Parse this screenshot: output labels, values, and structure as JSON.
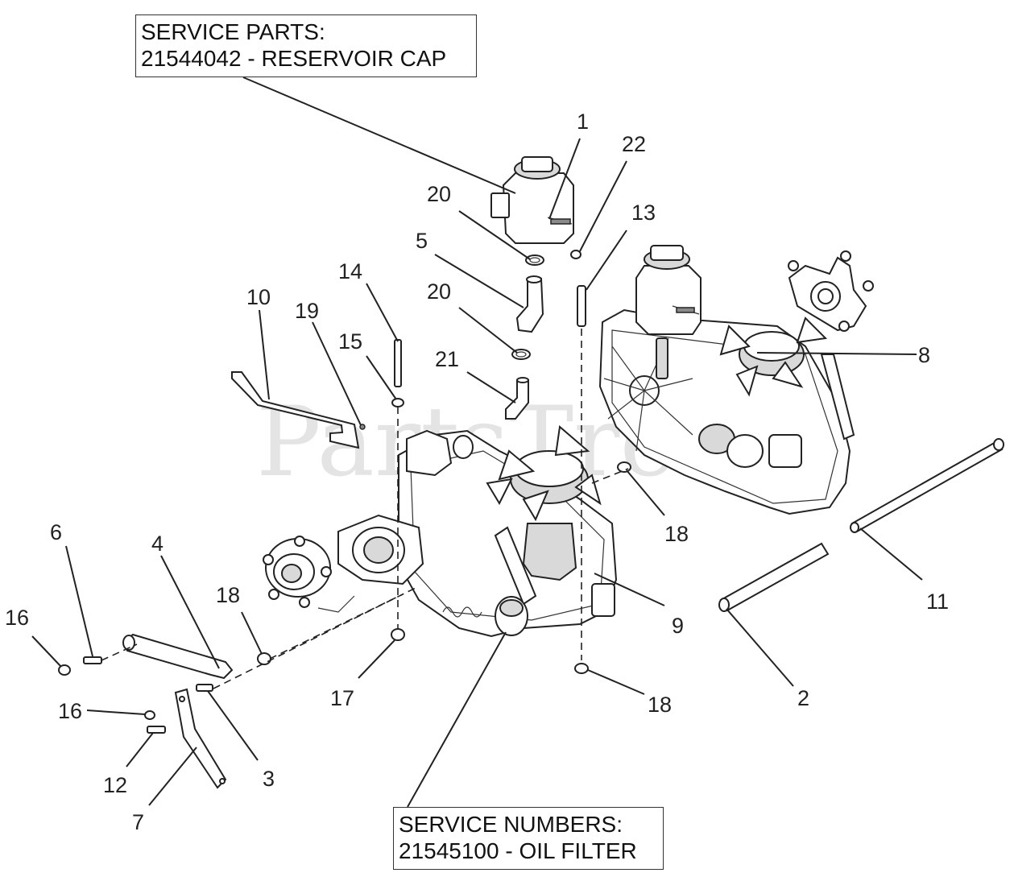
{
  "watermark": "PartsTree",
  "service_parts": {
    "line1": "SERVICE PARTS:",
    "line2": "21544042 - RESERVOIR CAP"
  },
  "service_numbers": {
    "line1": "SERVICE NUMBERS:",
    "line2": "21545100 - OIL FILTER"
  },
  "labels": {
    "n1": "1",
    "n22": "22",
    "n20a": "20",
    "n13": "13",
    "n5": "5",
    "n14": "14",
    "n20b": "20",
    "n10": "10",
    "n19": "19",
    "n15": "15",
    "n21": "21",
    "n8": "8",
    "n18a": "18",
    "n6": "6",
    "n4": "4",
    "n18b": "18",
    "n9": "9",
    "n11": "11",
    "n16a": "16",
    "n17": "17",
    "n18c": "18",
    "n2": "2",
    "n16b": "16",
    "n3": "3",
    "n12": "12",
    "n7": "7"
  }
}
